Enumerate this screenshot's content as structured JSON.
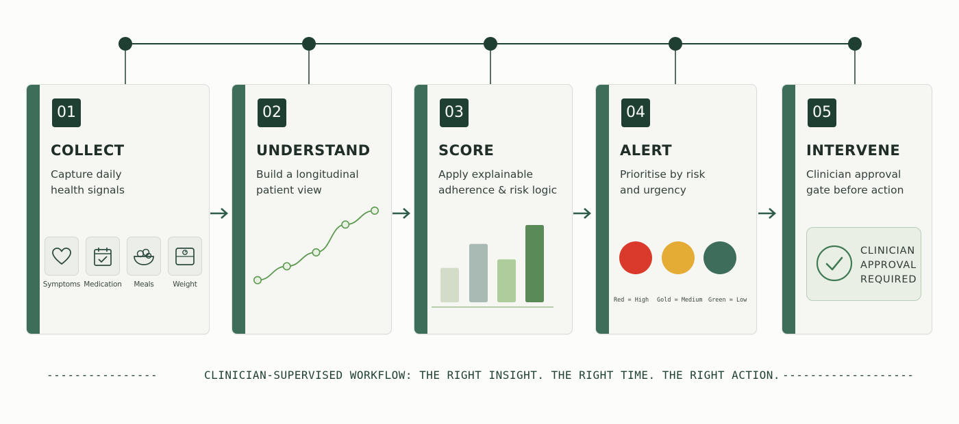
{
  "steps": [
    {
      "number": "01",
      "title": "COLLECT",
      "desc": [
        "Capture daily",
        "health signals"
      ]
    },
    {
      "number": "02",
      "title": "UNDERSTAND",
      "desc": [
        "Build a longitudinal",
        "patient view"
      ]
    },
    {
      "number": "03",
      "title": "SCORE",
      "desc": [
        "Apply explainable",
        "adherence & risk logic"
      ]
    },
    {
      "number": "04",
      "title": "ALERT",
      "desc": [
        "Prioritise by risk",
        "and urgency"
      ]
    },
    {
      "number": "05",
      "title": "INTERVENE",
      "desc": [
        "Clinician approval",
        "gate before action"
      ]
    }
  ],
  "collect_signals": [
    {
      "label": "Symptoms",
      "icon": "heart-icon"
    },
    {
      "label": "Medication",
      "icon": "calendar-check-icon"
    },
    {
      "label": "Meals",
      "icon": "bowl-icon"
    },
    {
      "label": "Weight",
      "icon": "scale-icon"
    }
  ],
  "understand_trend": {
    "points": [
      1,
      2,
      3,
      5,
      6
    ]
  },
  "score_bars": {
    "values": [
      2.0,
      3.4,
      2.5,
      4.5
    ],
    "colors": [
      "#d2dcc9",
      "#a9b9b4",
      "#afcd9c",
      "#5a8a57"
    ]
  },
  "alert": {
    "levels": [
      {
        "color": "#d93a2c",
        "name": "red"
      },
      {
        "color": "#e4ab35",
        "name": "gold"
      },
      {
        "color": "#3e6e5b",
        "name": "green"
      }
    ],
    "legend": [
      "Red = High",
      "Gold = Medium",
      "Green = Low"
    ]
  },
  "intervene": {
    "approval_lines": [
      "CLINICIAN",
      "APPROVAL",
      "REQUIRED"
    ],
    "icon": "check-circle-icon"
  },
  "footer": {
    "dashes_left": "----------------",
    "text": "CLINICIAN-SUPERVISED WORKFLOW: THE RIGHT INSIGHT. THE RIGHT TIME. THE RIGHT ACTION.",
    "dashes_right": "-------------------"
  },
  "colors": {
    "dark_green": "#1f3f33",
    "stripe_green": "#3d6e5a",
    "line_green": "#5b9a4e"
  }
}
